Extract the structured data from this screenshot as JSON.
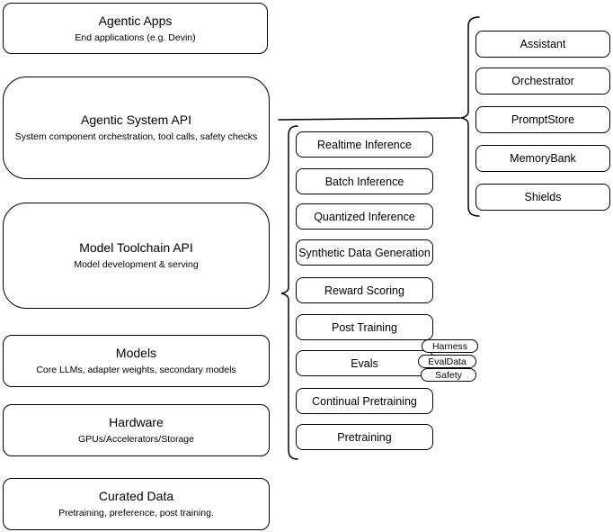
{
  "colors": {
    "stroke": "#000000",
    "fill": "#ffffff",
    "text": "#000000"
  },
  "left_stack": [
    {
      "title": "Agentic Apps",
      "subtitle": "End applications (e.g. Devin)"
    },
    {
      "title": "Agentic System API",
      "subtitle": "System component orchestration, tool calls, safety checks"
    },
    {
      "title": "Model Toolchain API",
      "subtitle": "Model development & serving"
    },
    {
      "title": "Models",
      "subtitle": "Core LLMs, adapter weights, secondary models"
    },
    {
      "title": "Hardware",
      "subtitle": "GPUs/Accelerators/Storage"
    },
    {
      "title": "Curated Data",
      "subtitle": "Pretraining, preference, post training."
    }
  ],
  "toolchain_group": {
    "items": [
      "Realtime Inference",
      "Batch Inference",
      "Quantized Inference",
      "Synthetic Data Generation",
      "Reward Scoring",
      "Post Training",
      "Evals",
      "Continual Pretraining",
      "Pretraining"
    ]
  },
  "evals_tags": [
    "Harness",
    "EvalData",
    "Safety"
  ],
  "system_group": {
    "items": [
      "Assistant",
      "Orchestrator",
      "PromptStore",
      "MemoryBank",
      "Shields"
    ]
  }
}
